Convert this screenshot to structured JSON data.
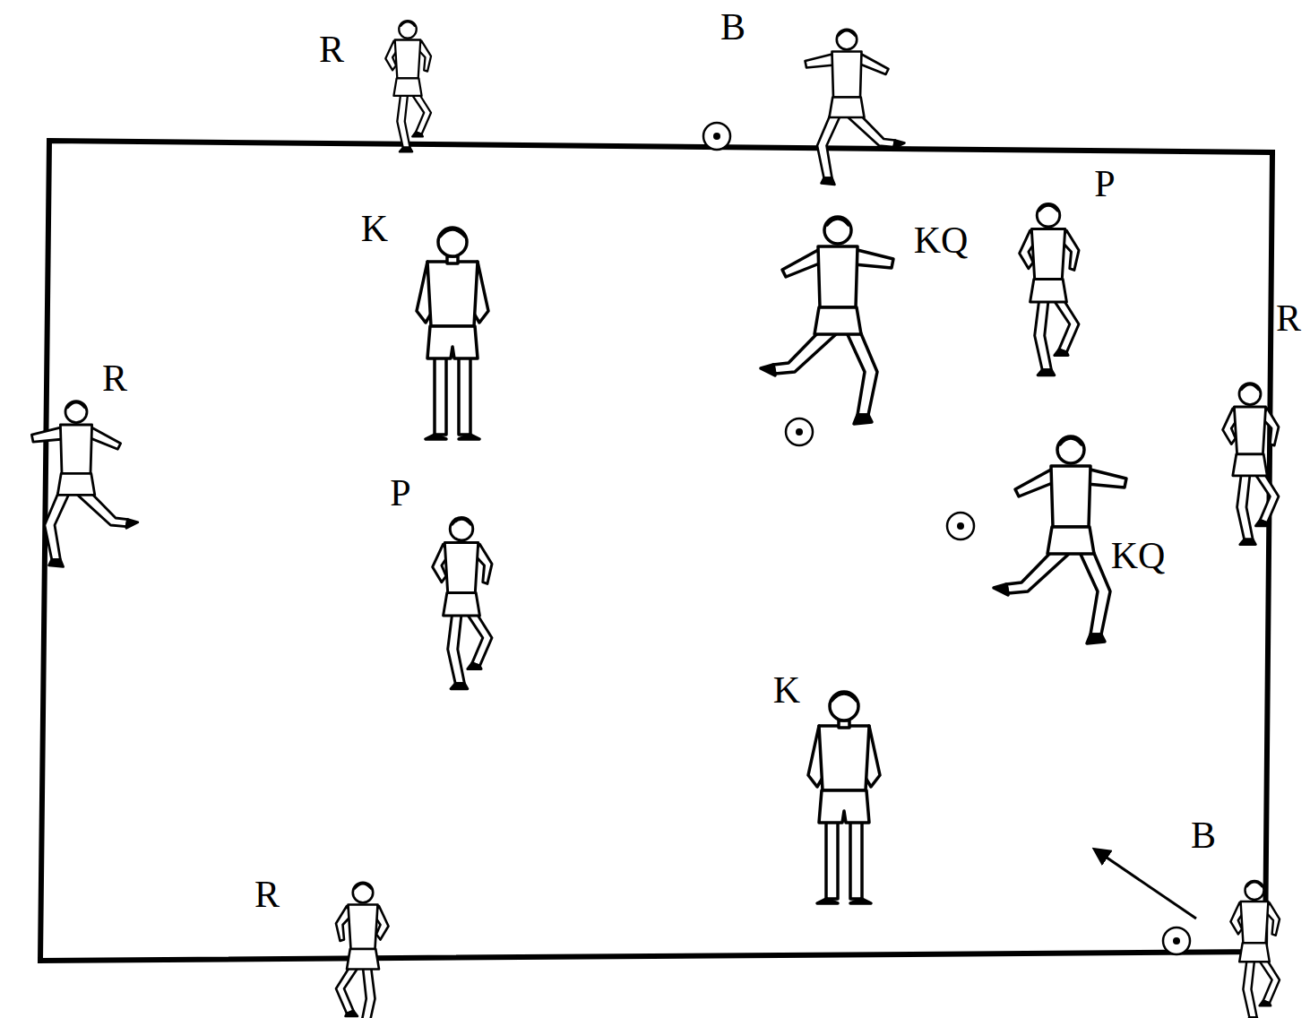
{
  "diagram": {
    "labels": [
      "B",
      "R",
      "P",
      "K",
      "KQ",
      "R",
      "R",
      "P",
      "KQ",
      "K",
      "B",
      "R"
    ]
  }
}
